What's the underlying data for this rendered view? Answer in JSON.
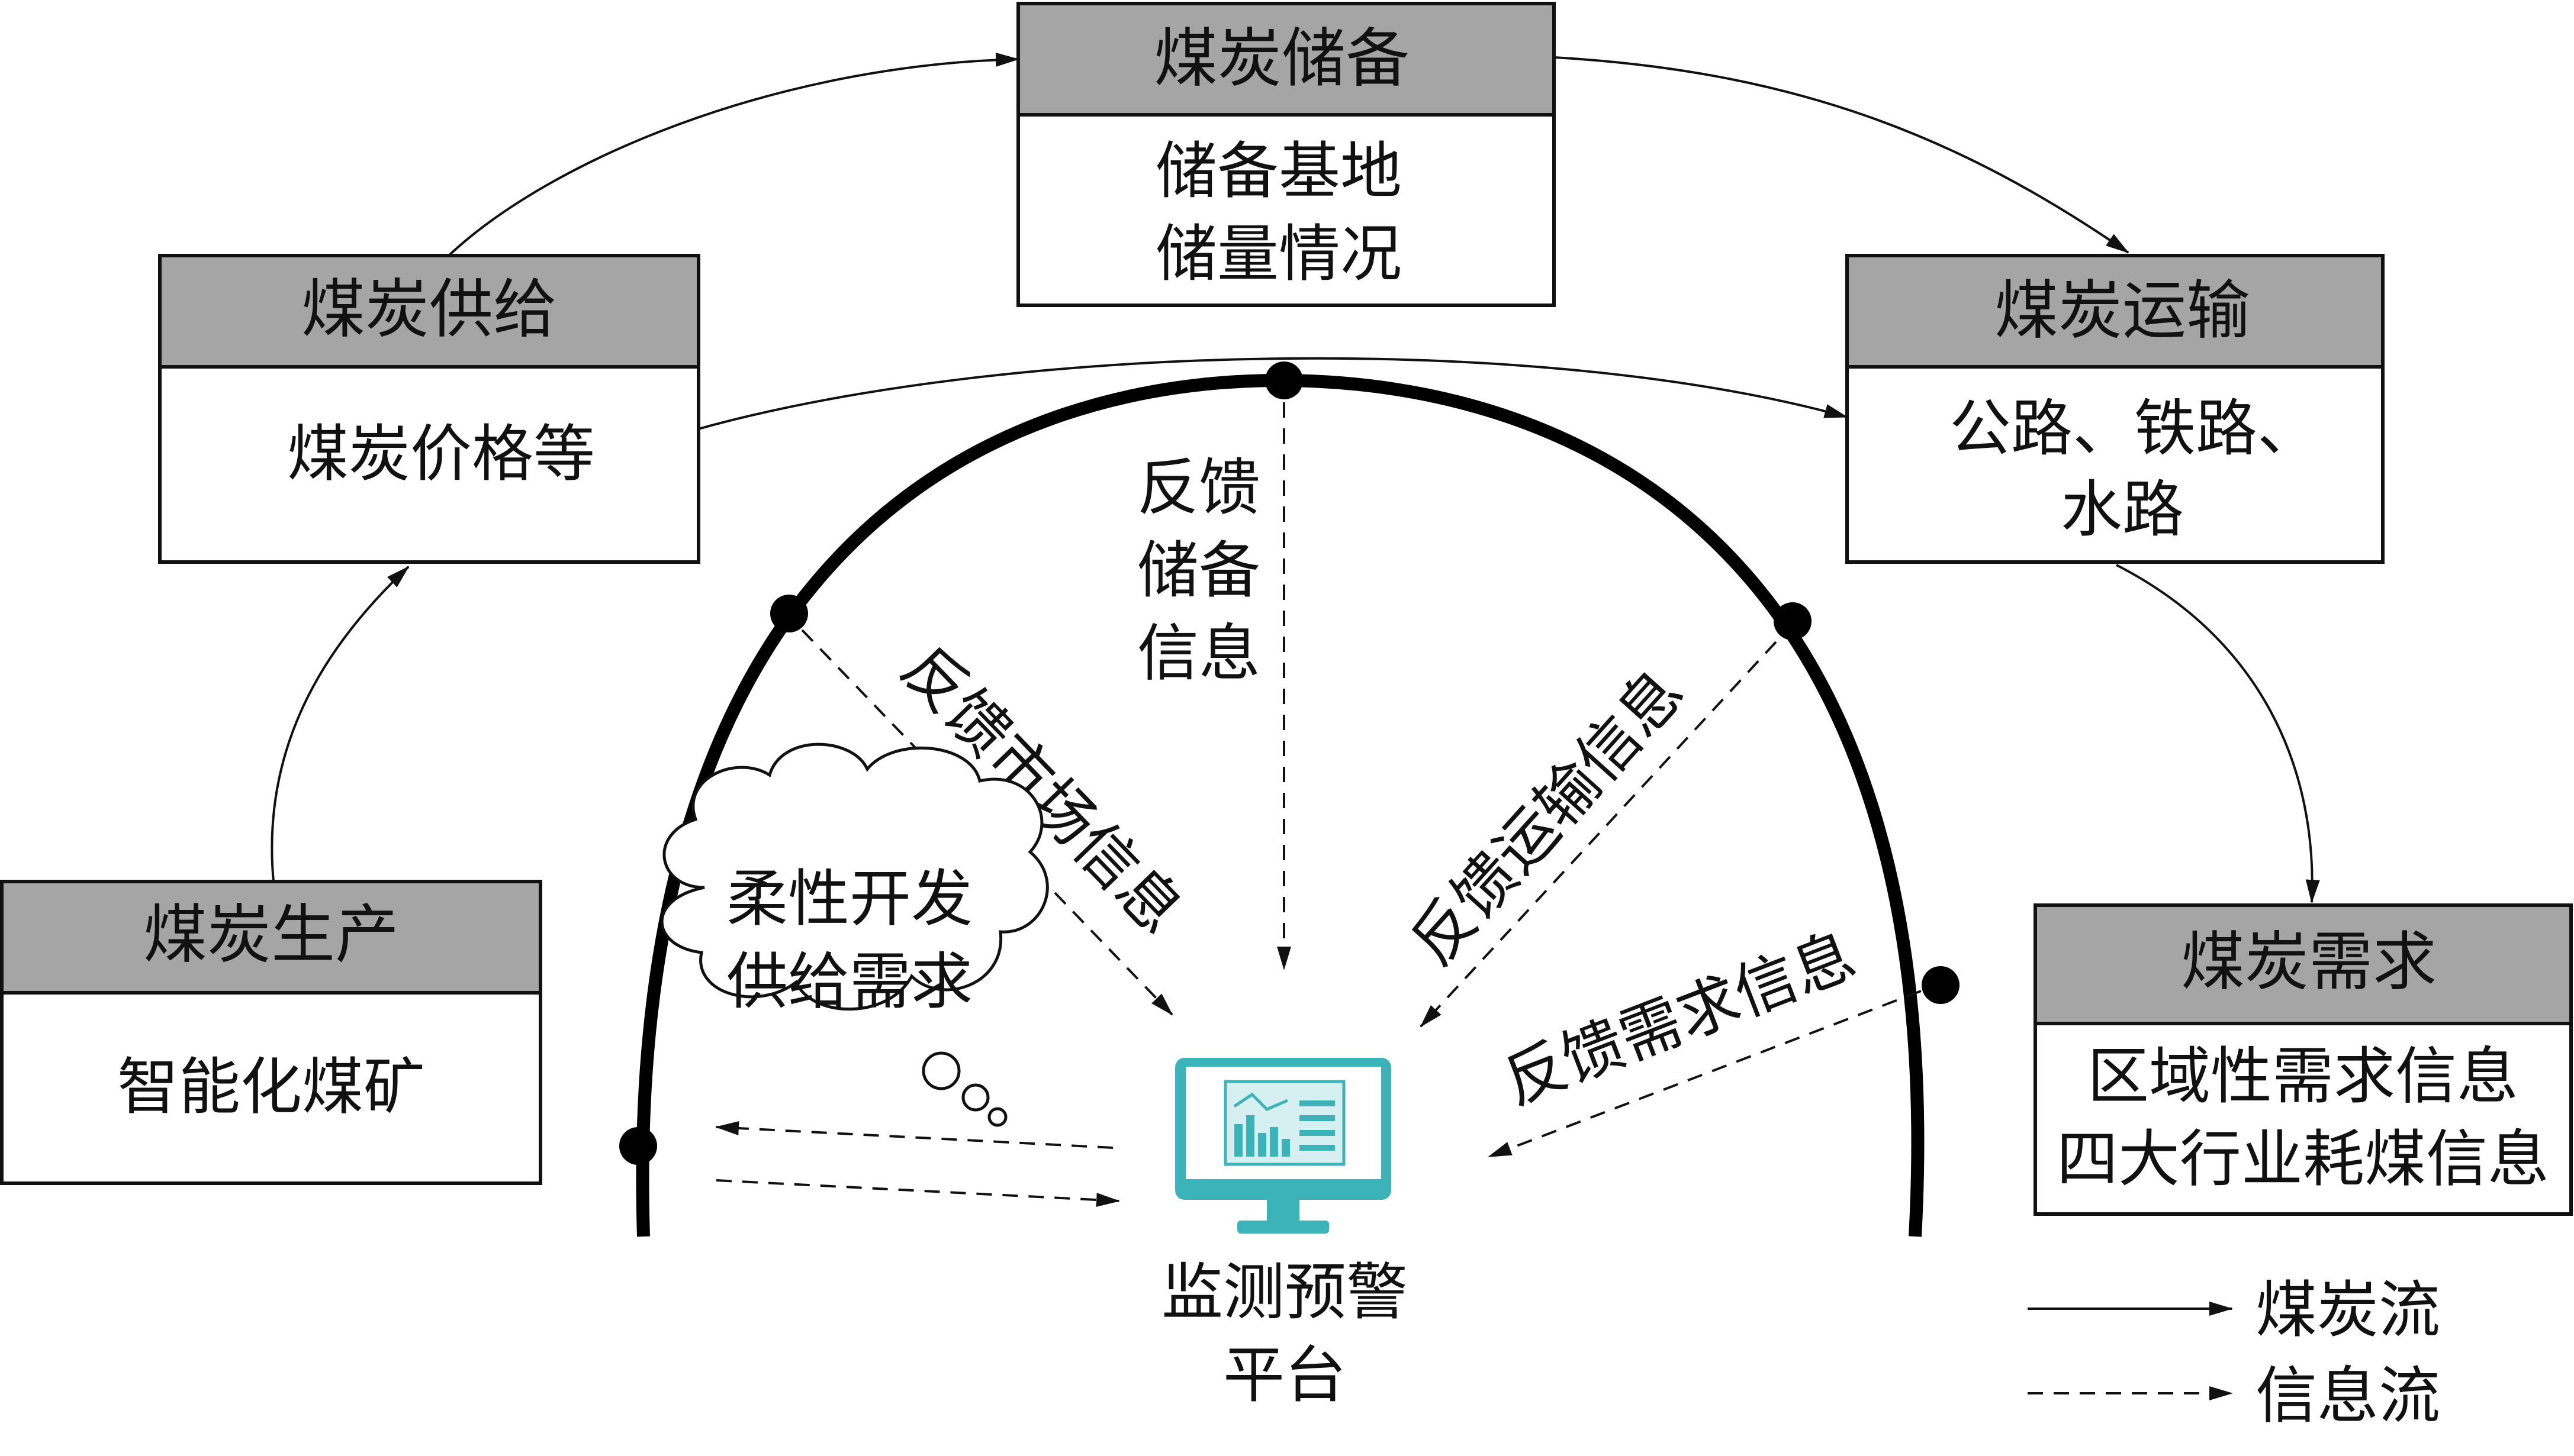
{
  "nodes": {
    "production": {
      "title": "煤炭生产",
      "lines": [
        "智能化煤矿"
      ]
    },
    "supply": {
      "title": "煤炭供给",
      "lines": [
        "煤炭价格等"
      ]
    },
    "storage": {
      "title": "煤炭储备",
      "lines": [
        "储备基地",
        "储量情况"
      ]
    },
    "transport": {
      "title": "煤炭运输",
      "lines": [
        "公路、铁路、",
        "水路"
      ]
    },
    "demand": {
      "title": "煤炭需求",
      "lines": [
        "区域性需求信息",
        "四大行业耗煤信息"
      ]
    }
  },
  "feedback": {
    "storage": [
      "反馈",
      "储备",
      "信息"
    ],
    "market": "反馈市场信息",
    "transport": "反馈运输信息",
    "demand": "反馈需求信息"
  },
  "cloud": {
    "lines": [
      "柔性开发",
      "供给需求"
    ]
  },
  "platform": {
    "icon": "monitor-chart-icon",
    "lines": [
      "监测预警",
      "平台"
    ],
    "color": "#3cb3b8"
  },
  "legend": {
    "coal_flow": "煤炭流",
    "info_flow": "信息流"
  }
}
